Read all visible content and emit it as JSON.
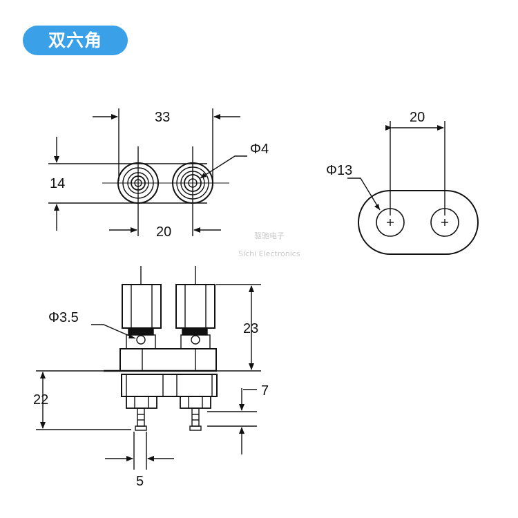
{
  "header": {
    "title": "双六角"
  },
  "dimensions": {
    "top_width": "33",
    "top_height": "14",
    "hole_diameter": "Φ4",
    "top_pitch": "20",
    "panel_pitch": "20",
    "panel_hole": "Φ13",
    "shaft_diameter": "Φ3.5",
    "knob_height": "23",
    "lower_height": "22",
    "nut_gap": "7",
    "pin_width": "5"
  },
  "watermark": {
    "cn": "驱驰电子",
    "en": "Sichi Electronics"
  },
  "colors": {
    "accent": "#3aa0e8",
    "line": "#111111"
  }
}
